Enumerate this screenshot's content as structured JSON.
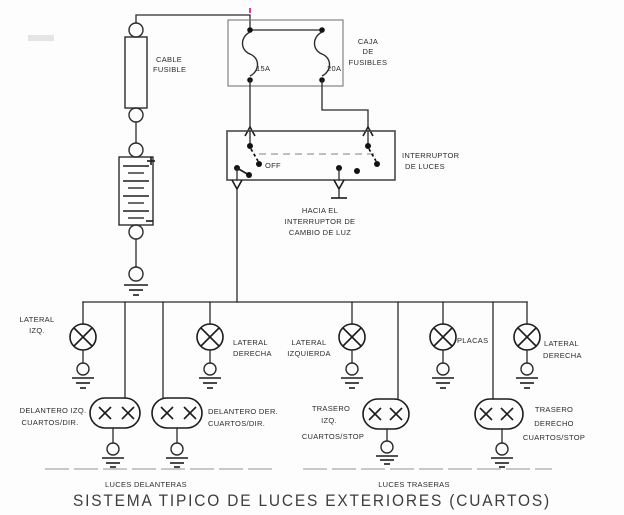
{
  "diagram_title": "SISTEMA TIPICO DE LUCES EXTERIORES (CUARTOS)",
  "source": {
    "cable_fusible_label": [
      "CABLE",
      "FUSIBLE"
    ]
  },
  "fuse_box": {
    "label": [
      "CAJA",
      "DE",
      "FUSIBLES"
    ],
    "fuse_ratings": [
      "15A",
      "20A"
    ]
  },
  "light_switch": {
    "label": [
      "INTERRUPTOR",
      "DE LUCES"
    ],
    "off_label": "OFF"
  },
  "dimmer_note": [
    "HACIA EL",
    "INTERRUPTOR DE",
    "CAMBIO DE LUZ"
  ],
  "lamps": [
    {
      "label": [
        "LATERAL",
        "IZQ."
      ]
    },
    {
      "label": [
        "LATERAL",
        "DERECHA"
      ]
    },
    {
      "label": [
        "LATERAL",
        "IZQUIERDA"
      ]
    },
    {
      "label": [
        "PLACAS"
      ]
    },
    {
      "label": [
        "LATERAL",
        "DERECHA"
      ]
    }
  ],
  "clusters": [
    {
      "label": [
        "DELANTERO IZQ.",
        "CUARTOS/DIR."
      ]
    },
    {
      "label": [
        "DELANTERO DER.",
        "CUARTOS/DIR."
      ]
    },
    {
      "label": [
        "TRASERO",
        "IZQ.",
        "CUARTOS/STOP"
      ]
    },
    {
      "label": [
        "TRASERO",
        "DERECHO",
        "CUARTOS/STOP"
      ]
    }
  ],
  "groups": {
    "front": "LUCES DELANTERAS",
    "rear": "LUCES TRASERAS"
  },
  "colors": {
    "ink": "#2b2b2b",
    "muted": "#9a9a9a",
    "artifact_pink": "#cc4499"
  }
}
